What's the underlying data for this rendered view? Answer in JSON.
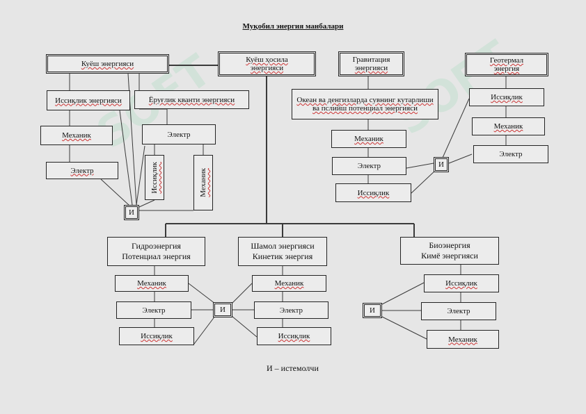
{
  "title": "Муқобил энергия манбалари",
  "legend": "И – истемолчи",
  "watermark": "SOFT",
  "consumer_label": "И",
  "solar": {
    "header": "Куёш энергияси",
    "thermal": "Иссиқлик энергияси",
    "light": "Ёруғлик кванти энергияси",
    "mechanic": "Механик",
    "electric1": "Электр",
    "electric2": "Электр",
    "heat_v": "Иссиқлик",
    "mech_v": "Механик"
  },
  "derived": {
    "header_line1": "Куёш ҳосила",
    "header_line2": "энергияси"
  },
  "gravity": {
    "header_line1": "Гравитация",
    "header_line2": "энергияси",
    "ocean": "Океан ва денгизларда сувнинг кутарлиши ва пслийш потенциал энергияси",
    "mechanic": "Механик",
    "electric": "Электр",
    "heat": "Иссиқлик"
  },
  "geothermal": {
    "header_line1": "Геотермал",
    "header_line2": "энергия",
    "heat": "Иссиқлик",
    "mechanic": "Механик",
    "electric": "Электр"
  },
  "hydro": {
    "line1": "Гидроэнергия",
    "line2": "Потенциал энергия",
    "mechanic": "Механик",
    "electric": "Электр",
    "heat": "Иссиқлик"
  },
  "wind": {
    "line1": "Шамол энергияси",
    "line2": "Кинетик энергия",
    "mechanic": "Механик",
    "electric": "Электр",
    "heat": "Иссиқлик"
  },
  "bio": {
    "line1": "Биоэнергия",
    "line2": "Кимё энергияси",
    "heat": "Иссиқлик",
    "electric": "Электр",
    "mechanic": "Механик"
  }
}
